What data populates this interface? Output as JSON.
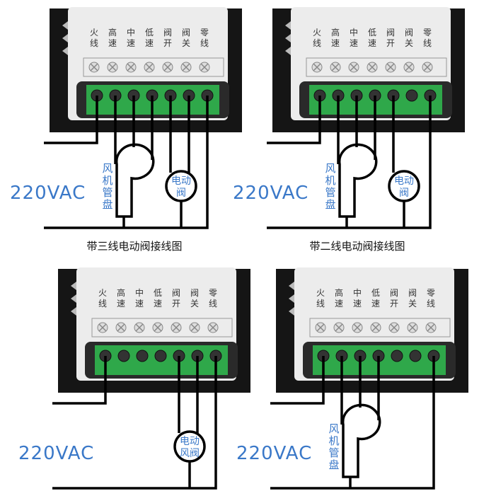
{
  "terminal_labels": [
    [
      "火",
      "线"
    ],
    [
      "高",
      "速"
    ],
    [
      "中",
      "速"
    ],
    [
      "低",
      "速"
    ],
    [
      "阀",
      "开"
    ],
    [
      "阀",
      "关"
    ],
    [
      "零",
      "线"
    ]
  ],
  "voltage_label": "220VAC",
  "fan_coil_label": [
    "风",
    "机",
    "管",
    "盘"
  ],
  "panels": [
    {
      "id": "three-wire-valve",
      "caption": "带三线电动阀接线图",
      "fan": true,
      "valve": true,
      "valve_label": [
        "电动",
        "阀"
      ]
    },
    {
      "id": "two-wire-valve",
      "caption": "带二线电动阀接线图",
      "fan": true,
      "valve": true,
      "valve_label": [
        "电动",
        "阀"
      ],
      "two_wire": true
    },
    {
      "id": "damper-only",
      "caption": "",
      "fan": false,
      "valve": true,
      "valve_label": [
        "电动",
        "风阀"
      ]
    },
    {
      "id": "fan-only",
      "caption": "",
      "fan": true,
      "valve": false
    }
  ],
  "colors": {
    "accent_blue": "#3a78c8",
    "terminal_green": "#2fa84a",
    "device_white": "#ececec",
    "backing": "#151515"
  }
}
